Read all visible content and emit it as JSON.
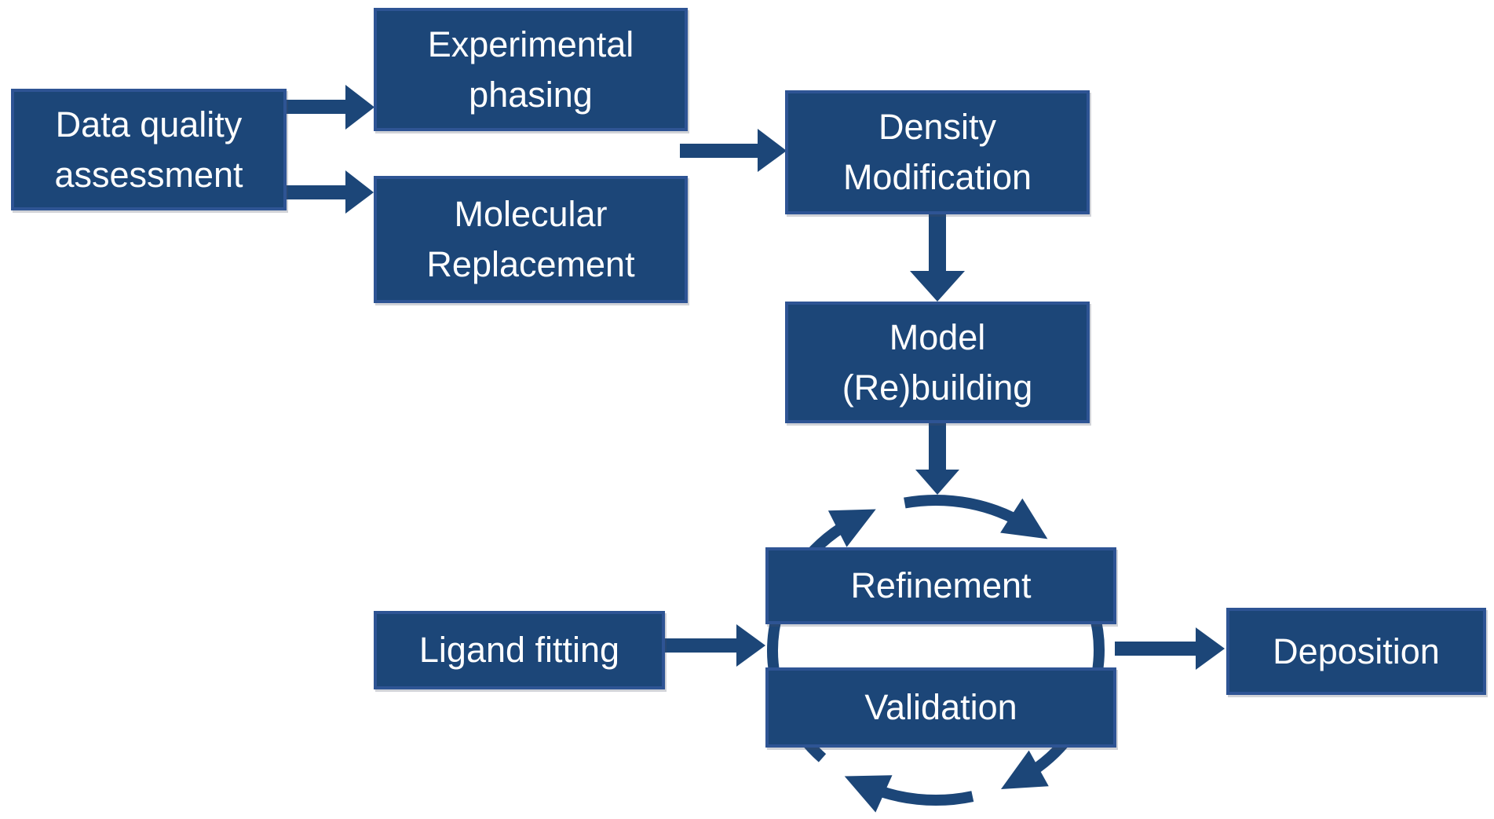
{
  "colors": {
    "page_bg": "#ffffff",
    "box_fill": "#1c4678",
    "box_border": "#2e5494",
    "arrow_fill": "#1c4678",
    "label_color": "#ffffff"
  },
  "boxes": {
    "data_quality": {
      "line1": "Data quality",
      "line2": "assessment"
    },
    "experimental_phasing": {
      "line1": "Experimental",
      "line2": "phasing"
    },
    "molecular_replacement": {
      "line1": "Molecular",
      "line2": "Replacement"
    },
    "density_modification": {
      "line1": "Density",
      "line2": "Modification"
    },
    "model_rebuilding": {
      "line1": "Model",
      "line2": "(Re)building"
    },
    "refinement": {
      "line1": "Refinement"
    },
    "validation": {
      "line1": "Validation"
    },
    "ligand_fitting": {
      "line1": "Ligand fitting"
    },
    "deposition": {
      "line1": "Deposition"
    }
  },
  "connectors": [
    {
      "from": "Data quality assessment",
      "to": "Experimental phasing"
    },
    {
      "from": "Data quality assessment",
      "to": "Molecular Replacement"
    },
    {
      "from": "Experimental phasing / Molecular Replacement",
      "to": "Density Modification"
    },
    {
      "from": "Density Modification",
      "to": "Model (Re)building"
    },
    {
      "from": "Model (Re)building",
      "to": "Refinement-Validation cycle"
    },
    {
      "from": "Ligand fitting",
      "to": "Refinement-Validation cycle"
    },
    {
      "from": "Refinement-Validation cycle",
      "to": "Deposition"
    },
    {
      "from": "Refinement",
      "to": "Validation",
      "type": "clockwise cycle"
    }
  ]
}
